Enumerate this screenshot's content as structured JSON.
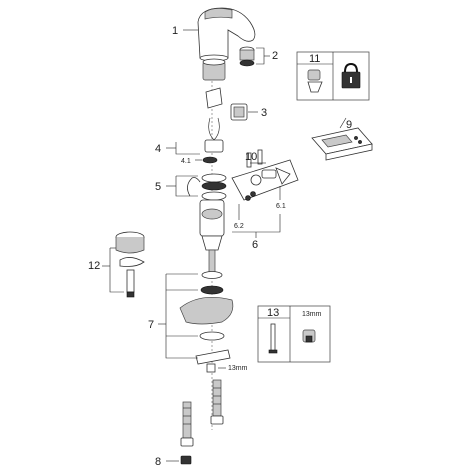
{
  "callouts": {
    "n1": "1",
    "n2": "2",
    "n3": "3",
    "n4": "4",
    "n4_1": "4.1",
    "n5": "5",
    "n6": "6",
    "n6_1": "6.1",
    "n6_2": "6.2",
    "n7": "7",
    "n8": "8",
    "n9": "9",
    "n10": "10",
    "n12": "12",
    "size_13mm_nut": "13mm"
  },
  "inset_boxes": {
    "box11": {
      "number": "11",
      "icons": [
        "aerator-key-icon",
        "padlock-icon"
      ]
    },
    "box13": {
      "number": "13",
      "size_label": "13mm",
      "icons": [
        "long-screw-icon",
        "nut-icon"
      ]
    }
  }
}
